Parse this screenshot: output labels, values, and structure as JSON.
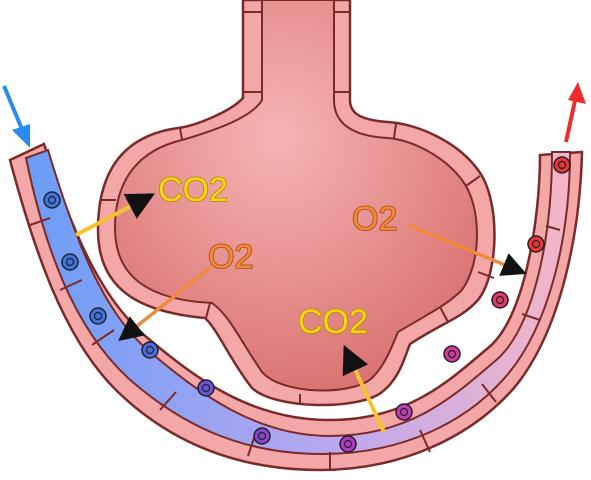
{
  "labels": {
    "co2_upper": "CO2",
    "o2_upper": "O2",
    "o2_right": "O2",
    "co2_lower": "CO2"
  },
  "colors": {
    "tissue_fill": "#f4a7a7",
    "tissue_stroke": "#7a2a2a",
    "alveolus_center": "#f5b5b5",
    "alveolus_edge": "#d9706f",
    "vessel_deoxygenated": "#6a9df7",
    "vessel_transition": "#b8a8f0",
    "vessel_oxygenated": "#f5b6c6",
    "co2_text": "#f7d417",
    "co2_outline": "#b08a00",
    "o2_text": "#f08a3a",
    "o2_outline": "#a84a10",
    "co2_arrow": "#f4c430",
    "o2_arrow": "#f08a3a",
    "inflow_arrow": "#2a8cf0",
    "outflow_arrow": "#ee2a2a"
  },
  "icons": {
    "inflow": "blood-inflow-arrow-icon",
    "outflow": "blood-outflow-arrow-icon",
    "cell": "red-blood-cell-icon"
  },
  "blood_cells": [
    {
      "state": "deoxygenated",
      "color": "#3f73e0"
    },
    {
      "state": "deoxygenated",
      "color": "#3f73e0"
    },
    {
      "state": "deoxygenated",
      "color": "#3f73e0"
    },
    {
      "state": "deoxygenated",
      "color": "#4a6ce0"
    },
    {
      "state": "transition",
      "color": "#6a55d8"
    },
    {
      "state": "transition",
      "color": "#8a45d0"
    },
    {
      "state": "transition",
      "color": "#b03ac8"
    },
    {
      "state": "transition",
      "color": "#c23ab8"
    },
    {
      "state": "oxygenated",
      "color": "#d03a9a"
    },
    {
      "state": "oxygenated",
      "color": "#e03a6a"
    },
    {
      "state": "oxygenated",
      "color": "#e8353a"
    },
    {
      "state": "oxygenated",
      "color": "#e8353a"
    }
  ]
}
